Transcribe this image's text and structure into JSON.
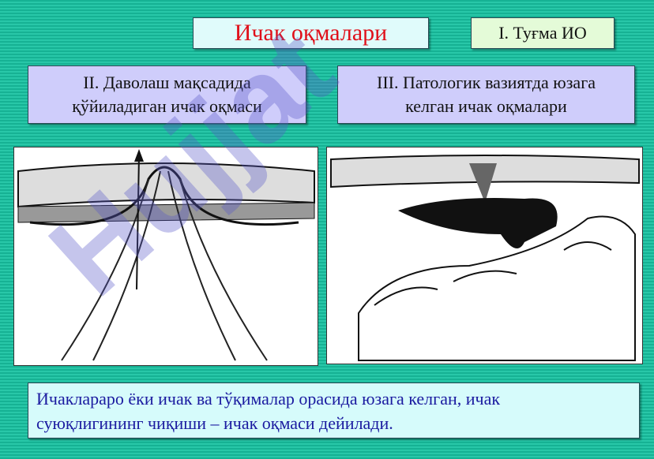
{
  "title": "Ичак оқмалари",
  "box1": "I. Туғма ИО",
  "box2_lines": [
    "II. Даволаш мақсадида",
    "қўйиладиган ичак оқмаси"
  ],
  "box3_lines": [
    "III. Патологик вазиятда юзага",
    "келган ичак оқмалари"
  ],
  "definition_lines": [
    "Ичаклараро ёки ичак ва тўқималар орасида юзага келган, ичак",
    "суюқлигининг чиқиши – ичак оқмаси дейилади."
  ],
  "watermark": "Hujjat"
}
